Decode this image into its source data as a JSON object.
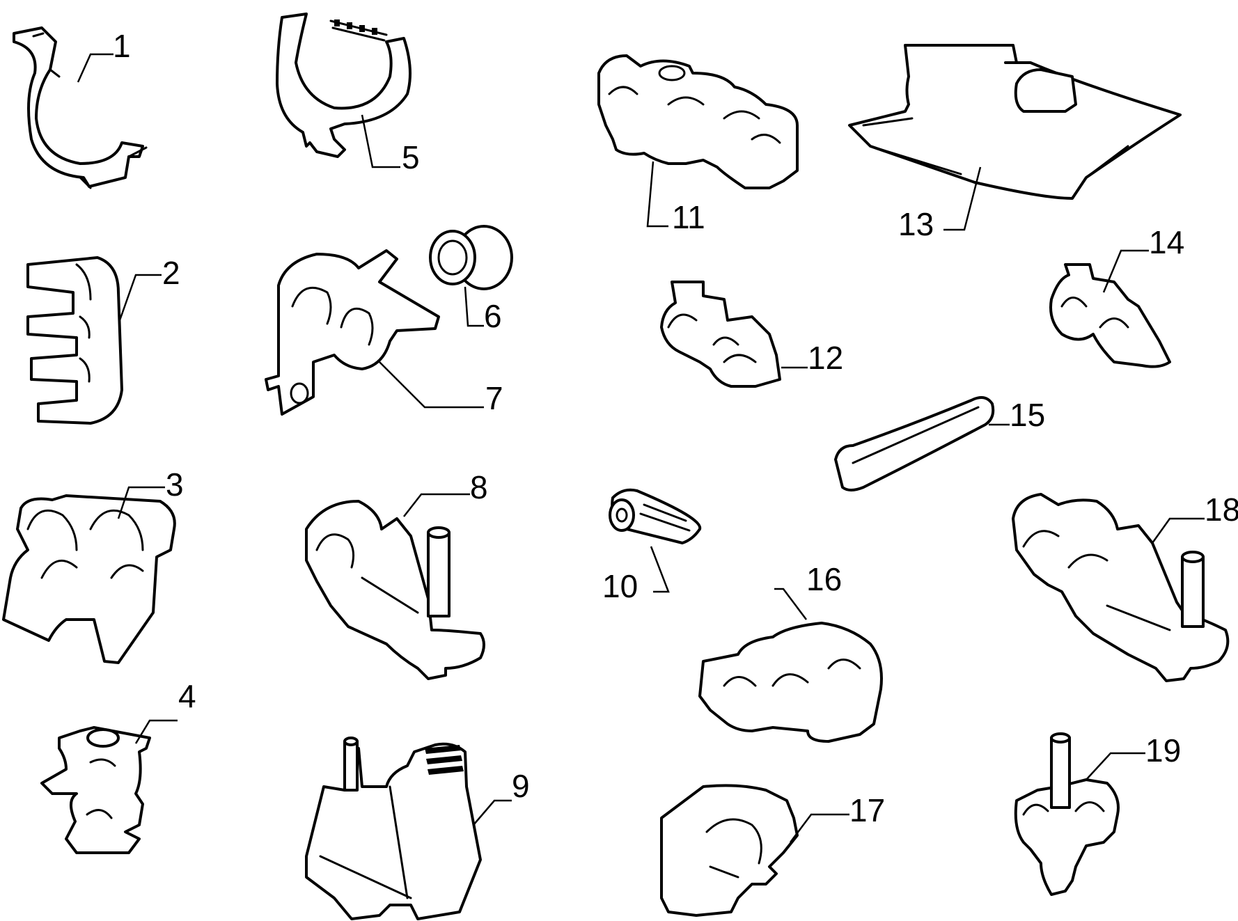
{
  "diagram": {
    "colors": {
      "line": "#000000",
      "background": "#ffffff"
    },
    "callouts": [
      "1",
      "2",
      "3",
      "4",
      "5",
      "6",
      "7",
      "8",
      "9",
      "10",
      "11",
      "12",
      "13",
      "14",
      "15",
      "16",
      "17",
      "18",
      "19"
    ]
  }
}
